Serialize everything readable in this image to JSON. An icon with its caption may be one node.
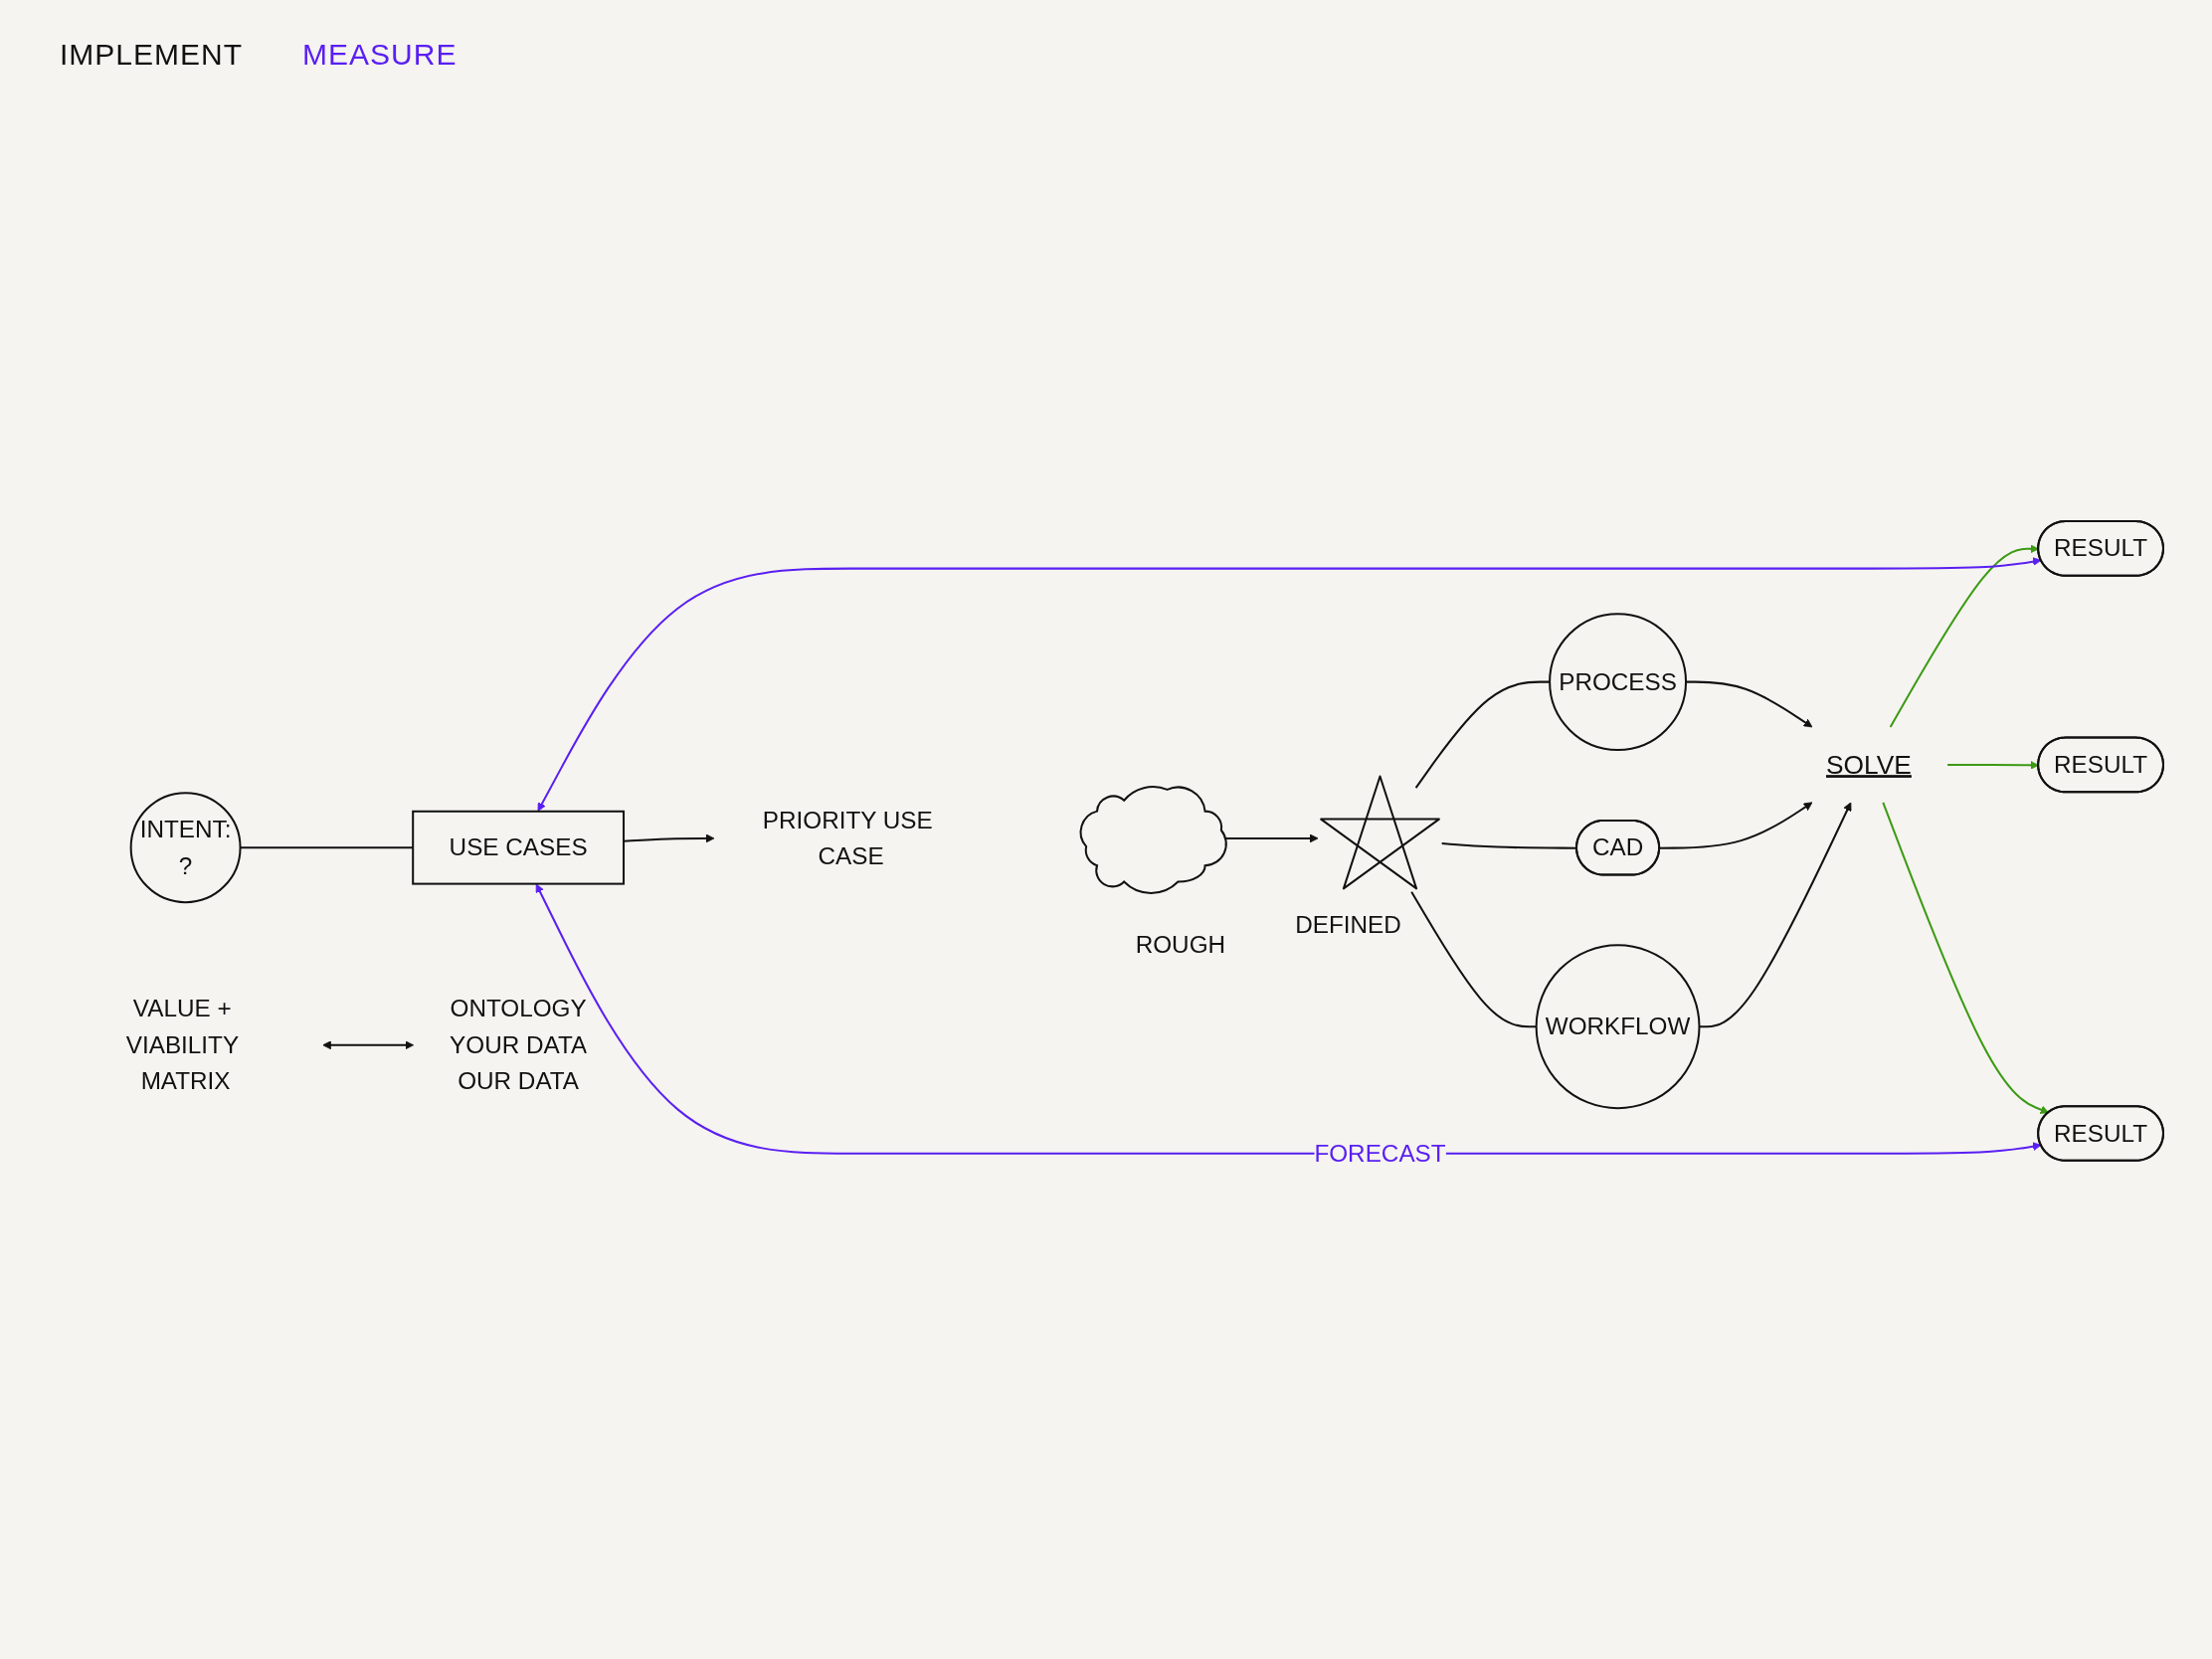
{
  "diagram": {
    "nodes": [
      {
        "text": [
          "INTENT:",
          "?"
        ]
      },
      {
        "text": [
          "USE CASES"
        ]
      },
      {
        "text": [
          "PRIORITY USE CASE"
        ]
      },
      {
        "text": [],
        "shape": "cloud",
        "beside": [
          "ROUGH"
        ]
      },
      {
        "text": [],
        "shape": "star",
        "beside": [
          "DEFINED"
        ]
      },
      {
        "text": [
          "PROCESS"
        ]
      },
      {
        "text": [
          "CAD"
        ]
      },
      {
        "text": [
          "WORKFLOW"
        ]
      },
      {
        "text": [
          "SOLVE"
        ]
      },
      {
        "text": [
          "RESULT"
        ]
      },
      {
        "text": [
          "RESULT"
        ]
      },
      {
        "text": [
          "RESULT"
        ]
      },
      {
        "text": [
          "VALUE + VIABILITY MATRIX"
        ]
      },
      {
        "text": [
          "ONTOLOGY",
          "YOUR DATA",
          "OUR DATA"
        ]
      }
    ],
    "edges": [
      {
        "from": 0,
        "to": 1,
        "arrow": "none"
      },
      {
        "from": 1,
        "to": 2,
        "arrow": "to"
      },
      {
        "from": 3,
        "to": 4,
        "arrow": "to"
      },
      {
        "from": 4,
        "to": 5,
        "arrow": "none"
      },
      {
        "from": 4,
        "to": 6,
        "arrow": "none"
      },
      {
        "from": 4,
        "to": 7,
        "arrow": "none"
      },
      {
        "from": 5,
        "to": 8,
        "arrow": "to"
      },
      {
        "from": 6,
        "to": 8,
        "arrow": "to"
      },
      {
        "from": 7,
        "to": 8,
        "arrow": "to"
      },
      {
        "from": 8,
        "to": 9,
        "arrow": "to",
        "color": "#3c9a14"
      },
      {
        "from": 8,
        "to": 10,
        "arrow": "to",
        "color": "#3c9a14"
      },
      {
        "from": 8,
        "to": 11,
        "arrow": "to",
        "color": "#3c9a14"
      },
      {
        "from": 1,
        "to": 9,
        "arrow": "both",
        "color": "#5a1ff2"
      },
      {
        "from": 1,
        "to": 11,
        "arrow": "both",
        "color": "#5a1ff2",
        "label": "FORECAST"
      },
      {
        "from": 12,
        "to": 13,
        "arrow": "both"
      }
    ],
    "labels": [
      "IMPLEMENT",
      "MEASURE"
    ]
  }
}
